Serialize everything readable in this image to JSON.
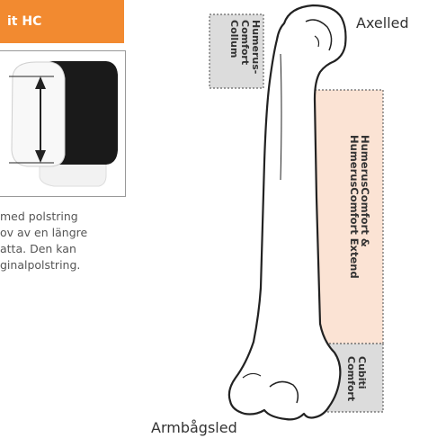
{
  "banner": {
    "text": "it HC"
  },
  "caption": {
    "lines": [
      "med polstring",
      "ov av en längre",
      "atta. Den kan",
      "ginalpolstring."
    ]
  },
  "labels": {
    "axelled": "Axelled",
    "armbagsled": "Armbågsled",
    "collum": "Humerus-\nComfort\nCollum",
    "extend": "HumerusComfort &\nHumerusComfort Extend",
    "cubiti": "Cubiti\nComfort"
  },
  "colors": {
    "banner": "#f28a30",
    "extend_box": "#fbe3d4",
    "collum_box": "#dcdcdc",
    "cubiti_box": "#dcdcdc"
  }
}
